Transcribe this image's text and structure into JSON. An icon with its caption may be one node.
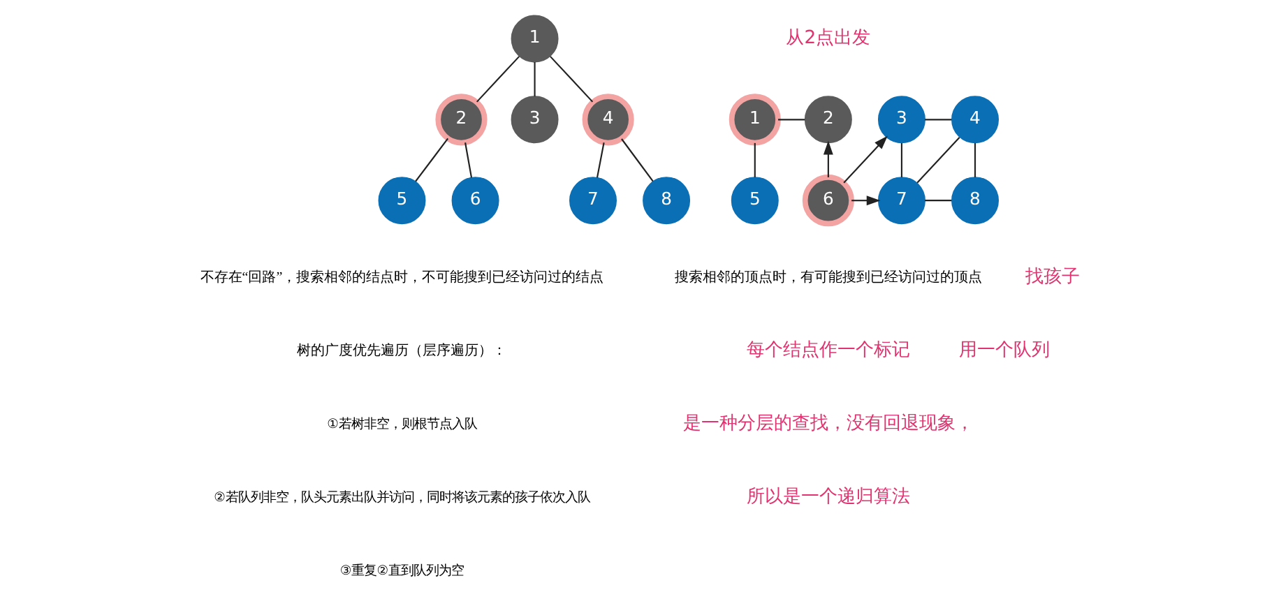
{
  "diagram": {
    "nodes": [
      {
        "text": [
          "1"
        ]
      },
      {
        "text": [
          "2"
        ]
      },
      {
        "text": [
          "3"
        ]
      },
      {
        "text": [
          "4"
        ]
      },
      {
        "text": [
          "5"
        ]
      },
      {
        "text": [
          "6"
        ]
      },
      {
        "text": [
          "7"
        ]
      },
      {
        "text": [
          "8"
        ]
      },
      {
        "text": [
          "1"
        ]
      },
      {
        "text": [
          "2"
        ]
      },
      {
        "text": [
          "3"
        ]
      },
      {
        "text": [
          "4"
        ]
      },
      {
        "text": [
          "5"
        ]
      },
      {
        "text": [
          "6"
        ]
      },
      {
        "text": [
          "7"
        ]
      },
      {
        "text": [
          "8"
        ]
      }
    ],
    "edges": [
      {
        "from": 0,
        "to": 1,
        "arrow": "none"
      },
      {
        "from": 0,
        "to": 2,
        "arrow": "none"
      },
      {
        "from": 0,
        "to": 3,
        "arrow": "none"
      },
      {
        "from": 1,
        "to": 4,
        "arrow": "none"
      },
      {
        "from": 1,
        "to": 5,
        "arrow": "none"
      },
      {
        "from": 3,
        "to": 6,
        "arrow": "none"
      },
      {
        "from": 3,
        "to": 7,
        "arrow": "none"
      },
      {
        "from": 8,
        "to": 9,
        "arrow": "none"
      },
      {
        "from": 8,
        "to": 12,
        "arrow": "none"
      },
      {
        "from": 13,
        "to": 9,
        "arrow": "to"
      },
      {
        "from": 13,
        "to": 10,
        "arrow": "to"
      },
      {
        "from": 13,
        "to": 14,
        "arrow": "to"
      },
      {
        "from": 10,
        "to": 11,
        "arrow": "none"
      },
      {
        "from": 10,
        "to": 14,
        "arrow": "none"
      },
      {
        "from": 11,
        "to": 14,
        "arrow": "none"
      },
      {
        "from": 11,
        "to": 15,
        "arrow": "none"
      },
      {
        "from": 14,
        "to": 15,
        "arrow": "none"
      }
    ],
    "labels": [
      "从2点出发",
      "不存在“回路”，搜索相邻的结点时，不可能搜到已经访问过的结点",
      "找孩子",
      "树的广度优先遍历（层序遍历）：",
      "用一个队列",
      "①若树非空，则根节点入队",
      "②若队列非空，队头元素出队并访问，同时将该元素的孩子依次入队",
      "③重复②直到队列为空",
      "搜索相邻的顶点时，有可能搜到已经访问过的顶点",
      "每个结点作一个标记",
      "是一种分层的查找，没有回退现象，",
      "所以是一个递归算法"
    ]
  }
}
